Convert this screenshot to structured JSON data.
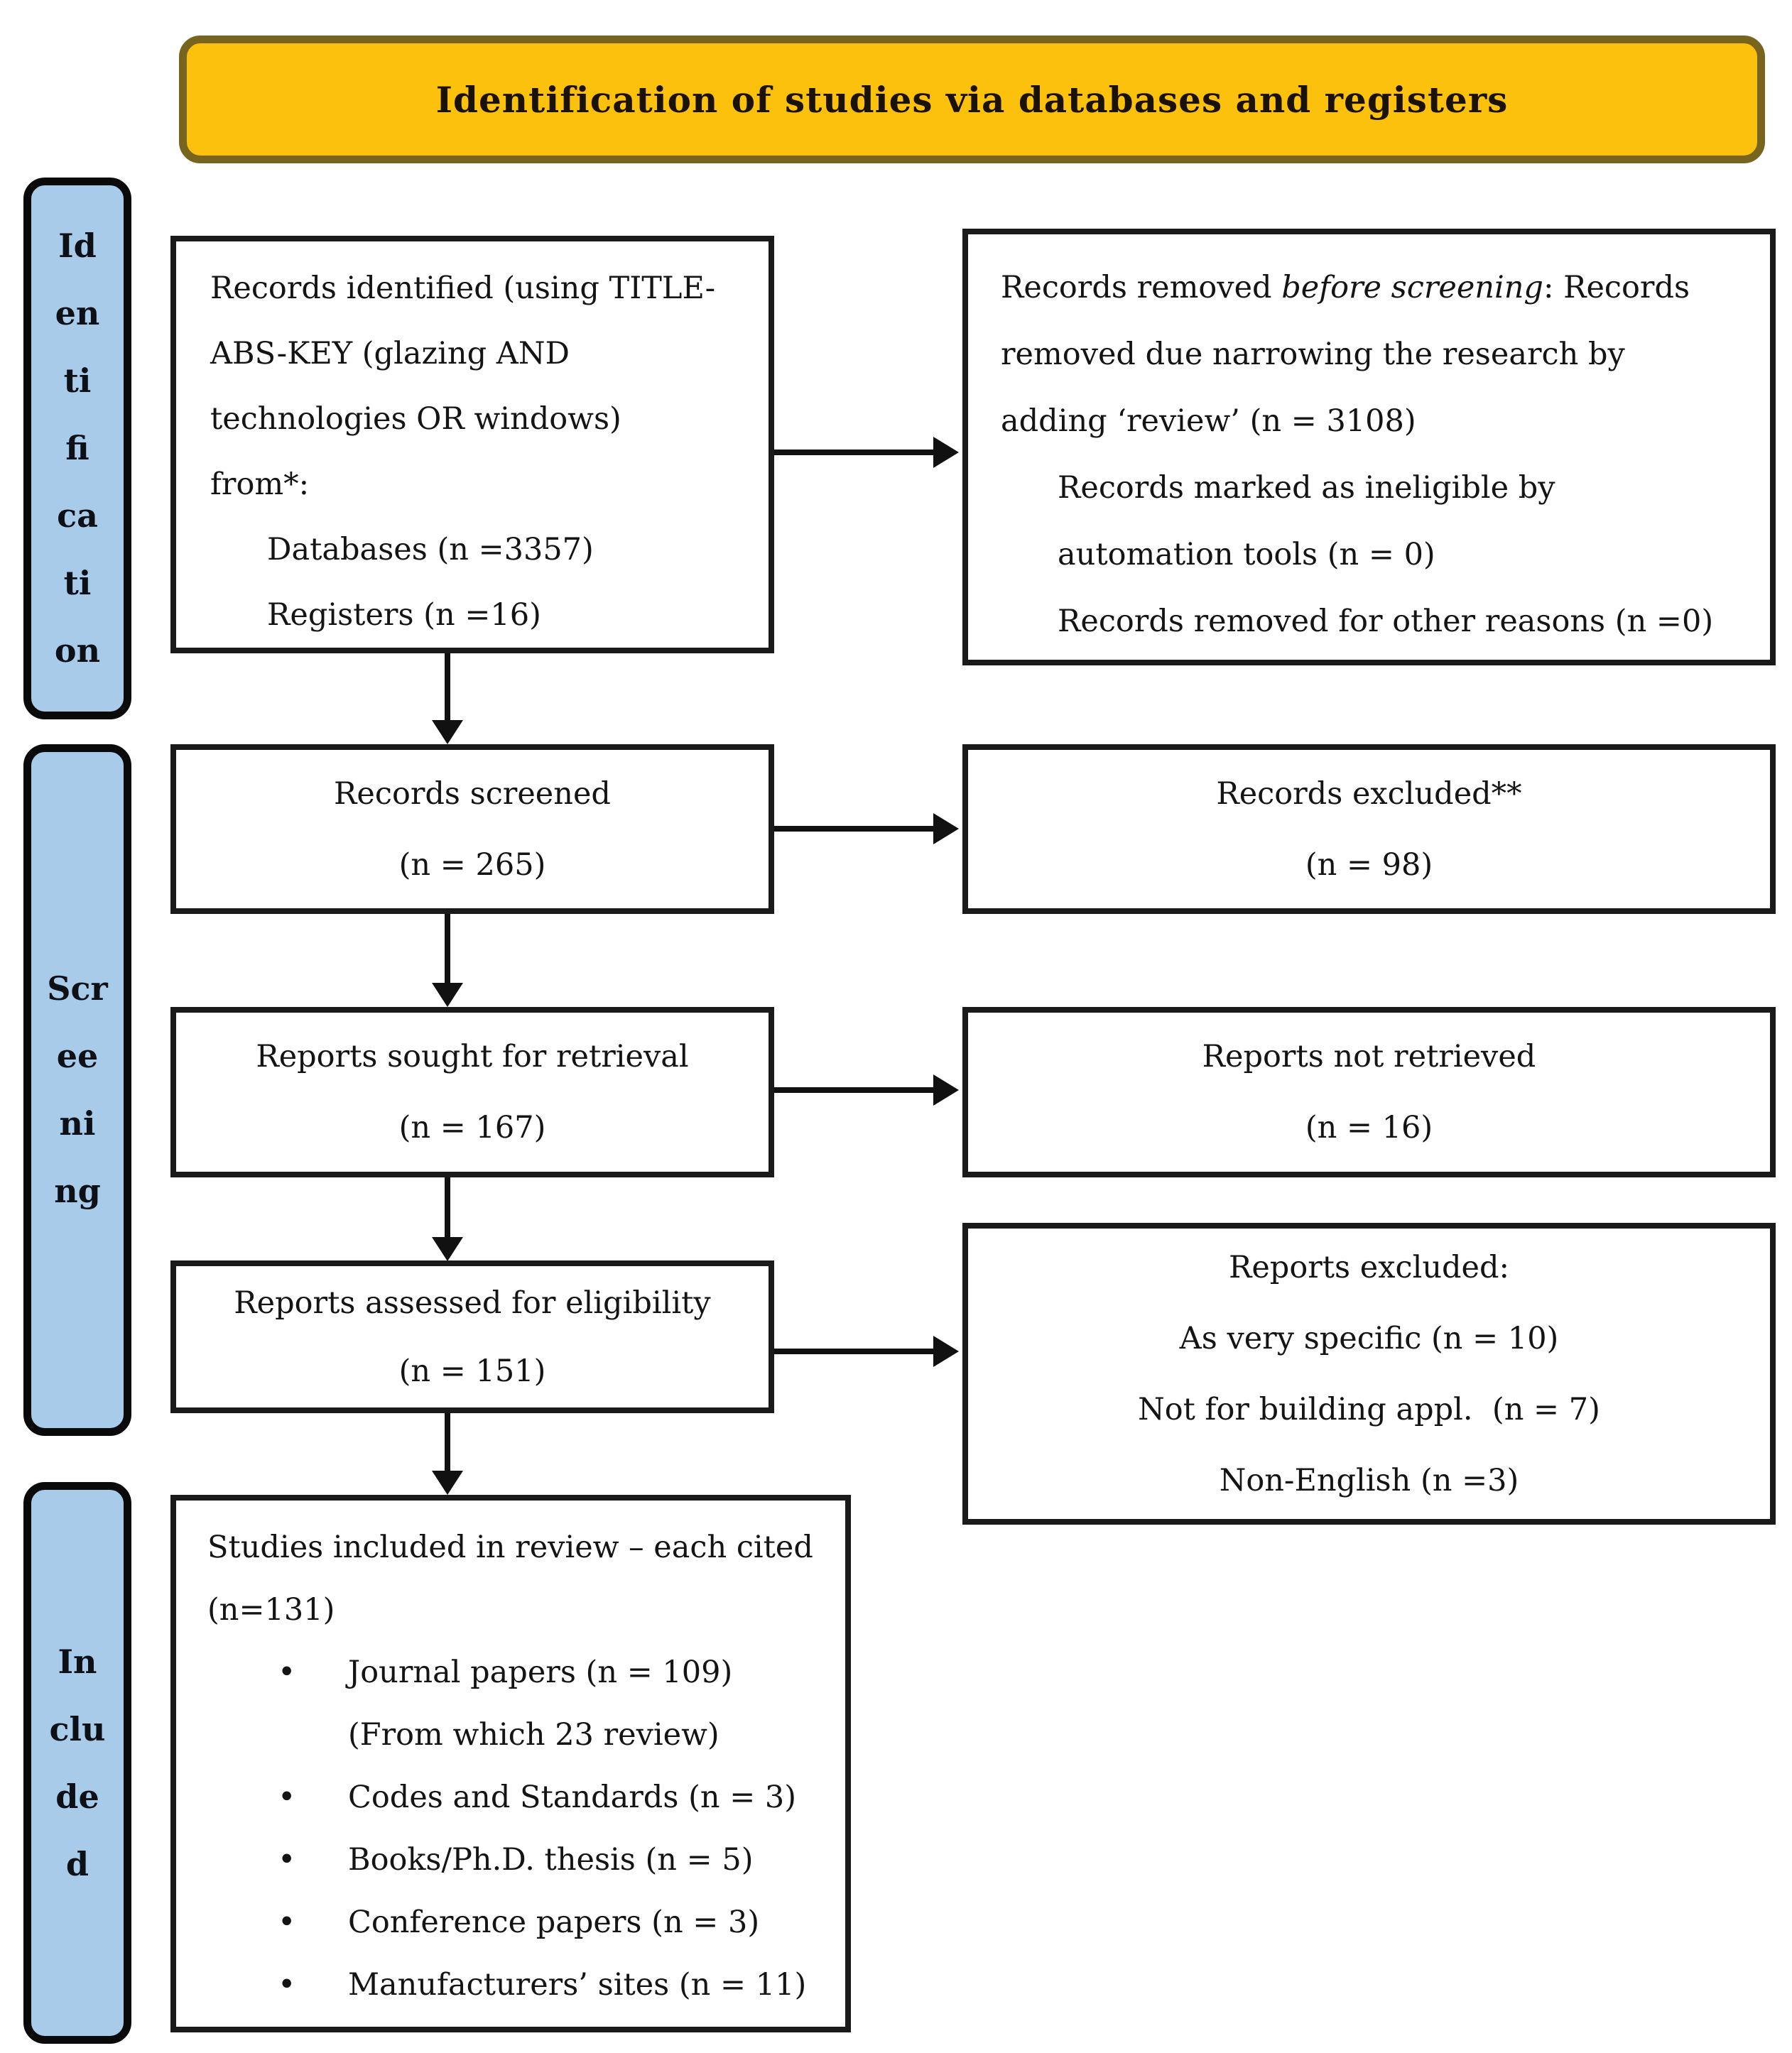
{
  "banner": {
    "title": "Identification of studies via databases and registers"
  },
  "colors": {
    "banner_fill": "#FCC10D",
    "banner_border": "#77641E",
    "stage_fill": "#A9CBEA",
    "stage_border": "#0A0A0A",
    "box_border": "#1A1A1A",
    "line_color": "#111111",
    "text": "#141414"
  },
  "stages": [
    {
      "name": "Identification",
      "lines": [
        "Id",
        "en",
        "ti",
        "fi",
        "ca",
        "ti",
        "on"
      ]
    },
    {
      "name": "Screening",
      "lines": [
        "Scr",
        "ee",
        "ni",
        "ng"
      ]
    },
    {
      "name": "Included",
      "lines": [
        "In",
        "clu",
        "de",
        "d"
      ]
    }
  ],
  "boxes": {
    "records_identified": {
      "lines": [
        "Records identified (using TITLE-",
        "ABS-KEY (glazing AND",
        "technologies OR windows)",
        "from*:"
      ],
      "sub_lines": [
        "Databases (n =3357)",
        "Registers (n =16)"
      ]
    },
    "records_removed": {
      "line1_prefix": "Records removed ",
      "line1_italic": "before screening",
      "line1_suffix": ": Records",
      "lines": [
        "removed due narrowing the research by",
        "adding ‘review’ (n = 3108)"
      ],
      "sub_lines": [
        "Records marked as ineligible by",
        "automation tools (n = 0)",
        "Records removed for other reasons (n =0)"
      ]
    },
    "records_screened": {
      "label": "Records screened",
      "count": "(n = 265)"
    },
    "records_excluded": {
      "label": "Records excluded**",
      "count": "(n = 98)"
    },
    "reports_sought": {
      "label": "Reports sought for retrieval",
      "count": "(n = 167)"
    },
    "reports_not_retrieved": {
      "label": "Reports not retrieved",
      "count": "(n = 16)"
    },
    "reports_assessed": {
      "label": "Reports assessed for eligibility",
      "count": "(n = 151)"
    },
    "reports_excluded": {
      "lines": [
        "Reports excluded:",
        "As very specific (n = 10)",
        "Not for building appl.  (n = 7)",
        "Non-English (n =3)"
      ]
    },
    "studies_included": {
      "lines": [
        "Studies included in review – each cited",
        "(n=131)"
      ],
      "bullets": [
        {
          "text": "Journal papers (n = 109)",
          "cont": "(From which 23 review)"
        },
        {
          "text": "Codes and Standards (n = 3)"
        },
        {
          "text": "Books/Ph.D. thesis (n = 5)"
        },
        {
          "text": "Conference papers (n = 3)"
        },
        {
          "text": "Manufacturers’ sites (n = 11)"
        }
      ]
    }
  },
  "icons": {
    "bullet": "•"
  }
}
